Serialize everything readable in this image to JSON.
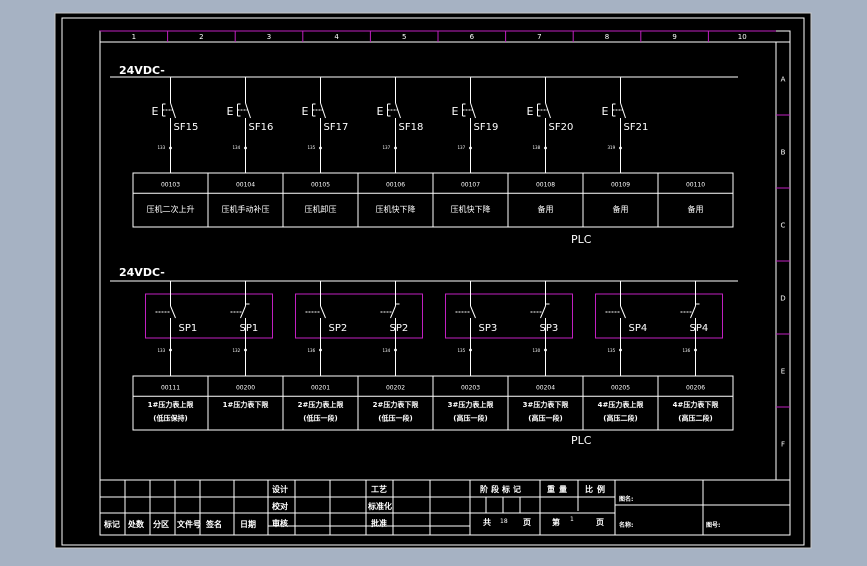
{
  "colors": {
    "background": "#a6b2c3",
    "canvas": "#000000",
    "line": "#ffffff",
    "magenta": "#c020c0"
  },
  "column_numbers": [
    "1",
    "2",
    "3",
    "4",
    "5",
    "6",
    "7",
    "8",
    "9",
    "10"
  ],
  "row_letters": [
    "A",
    "B",
    "C",
    "D",
    "E",
    "F"
  ],
  "circuit1": {
    "supply": "24VDC-",
    "plc_label": "PLC",
    "switches": [
      {
        "prefix": "E",
        "name": "SF15",
        "wire": "133"
      },
      {
        "prefix": "E",
        "name": "SF16",
        "wire": "134"
      },
      {
        "prefix": "E",
        "name": "SF17",
        "wire": "135"
      },
      {
        "prefix": "E",
        "name": "SF18",
        "wire": "137"
      },
      {
        "prefix": "E",
        "name": "SF19",
        "wire": "137"
      },
      {
        "prefix": "E",
        "name": "SF20",
        "wire": "138"
      },
      {
        "prefix": "E",
        "name": "SF21",
        "wire": "319"
      }
    ],
    "addresses": [
      "00103",
      "00104",
      "00105",
      "00106",
      "00107",
      "00108",
      "00109",
      "00110"
    ],
    "functions": [
      "压机二次上升",
      "压机手动补压",
      "压机卸压",
      "压机快下降",
      "压机快下降",
      "备用",
      "备用",
      "备用"
    ]
  },
  "circuit2": {
    "supply": "24VDC-",
    "plc_label": "PLC",
    "switches": [
      {
        "name": "SP1",
        "wire": "133"
      },
      {
        "name": "SP1",
        "wire": "132"
      },
      {
        "name": "SP2",
        "wire": "136"
      },
      {
        "name": "SP2",
        "wire": "134"
      },
      {
        "name": "SP3",
        "wire": "135"
      },
      {
        "name": "SP3",
        "wire": "130"
      },
      {
        "name": "SP4",
        "wire": "135"
      },
      {
        "name": "SP4",
        "wire": "136"
      }
    ],
    "addresses": [
      "00111",
      "00200",
      "00201",
      "00202",
      "00203",
      "00204",
      "00205",
      "00206"
    ],
    "functions": [
      [
        "1#压力表上限",
        "(低压保持)"
      ],
      [
        "1#压力表下限",
        ""
      ],
      [
        "2#压力表上限",
        "(低压一段)"
      ],
      [
        "2#压力表下限",
        "(低压一段)"
      ],
      [
        "3#压力表上限",
        "(高压一段)"
      ],
      [
        "3#压力表下限",
        "(高压一段)"
      ],
      [
        "4#压力表上限",
        "(高压二段)"
      ],
      [
        "4#压力表下限",
        "(高压二段)"
      ]
    ]
  },
  "title_block": {
    "bottom_headers": [
      "标记",
      "处数",
      "分区",
      "文件号",
      "签名",
      "日期"
    ],
    "role_labels": [
      "设计",
      "校对",
      "审核"
    ],
    "process_labels": [
      "工艺",
      "标准化",
      "批准"
    ],
    "stage_header": "阶段标记",
    "weight_header": "重量",
    "scale_header": "比例",
    "sheet_total_prefix": "共",
    "sheet_total": "18",
    "sheet_unit": "页",
    "sheet_no_prefix": "第",
    "sheet_no": "1",
    "drawing_name_label": "图名:",
    "part_name_label": "名称:",
    "drawing_no_label": "图号:"
  }
}
